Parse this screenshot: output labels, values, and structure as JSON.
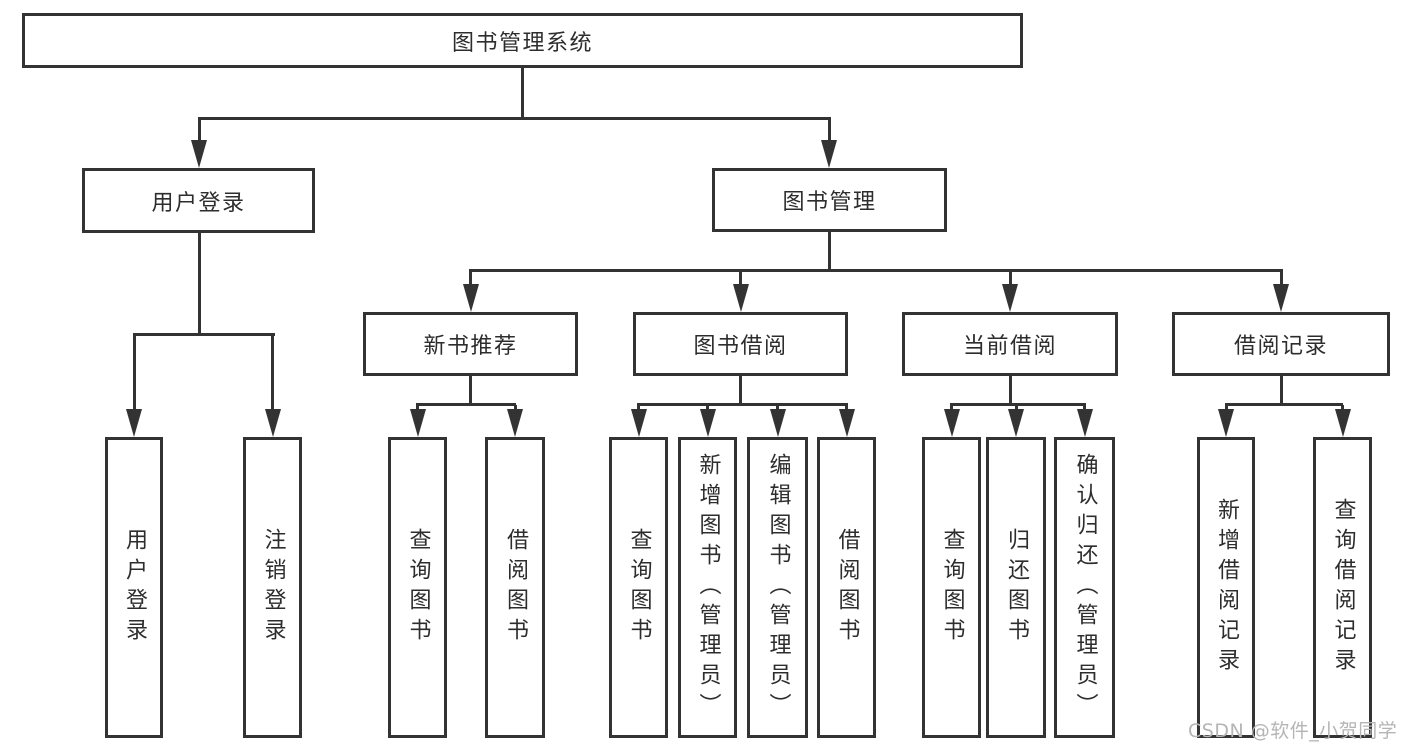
{
  "diagram": {
    "title": "图书管理系统",
    "level2": {
      "user_login": "用户登录",
      "book_management": "图书管理"
    },
    "level3": {
      "new_book": "新书推荐",
      "book_borrow": "图书借阅",
      "current_borrow": "当前借阅",
      "borrow_record": "借阅记录"
    },
    "leaves": {
      "user": [
        "用户登录",
        "注销登录"
      ],
      "new_book": [
        "查询图书",
        "借阅图书"
      ],
      "book_borrow": [
        "查询图书",
        "新增图书（管理员）",
        "编辑图书（管理员）",
        "借阅图书"
      ],
      "current_borrow": [
        "查询图书",
        "归还图书",
        "确认归还（管理员）"
      ],
      "borrow_record": [
        "新增借阅记录",
        "查询借阅记录"
      ]
    },
    "watermark": "CSDN @软件_小贺同学",
    "colors": {
      "line": "#333333",
      "text": "#2d2d2d",
      "watermark": "#b5b5b5",
      "background": "#ffffff"
    }
  }
}
